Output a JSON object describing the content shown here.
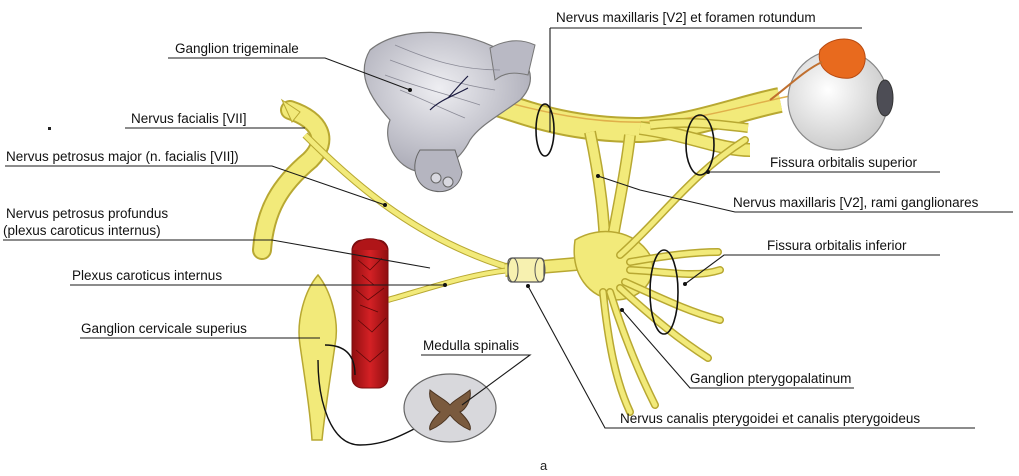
{
  "figure_letter": "a",
  "colors": {
    "nerve": "#f2ea7a",
    "nerve_edge": "#b8a832",
    "artery": "#c4171b",
    "ganglion": "#c9c9d2",
    "leader": "#1a1a1a"
  },
  "labels": {
    "ganglion_trigeminale": "Ganglion trigeminale",
    "nervus_facialis": "Nervus facialis [VII]",
    "nervus_petrosus_major": "Nervus petrosus major (n. facialis [VII])",
    "nervus_petrosus_profundus_1": "Nervus petrosus profundus",
    "nervus_petrosus_profundus_2": "(plexus caroticus internus)",
    "plexus_caroticus": "Plexus caroticus internus",
    "ganglion_cervicale": "Ganglion cervicale superius",
    "medulla_spinalis": "Medulla spinalis",
    "nervus_maxillaris_foramen": "Nervus maxillaris [V2] et foramen rotundum",
    "fissura_orbitalis_superior": "Fissura orbitalis superior",
    "nervus_maxillaris_rami": "Nervus maxillaris [V2], rami ganglionares",
    "fissura_orbitalis_inferior": "Fissura orbitalis inferior",
    "ganglion_pterygopalatinum": "Ganglion pterygopalatinum",
    "nervus_canalis": "Nervus canalis pterygoidei et canalis pterygoideus"
  }
}
